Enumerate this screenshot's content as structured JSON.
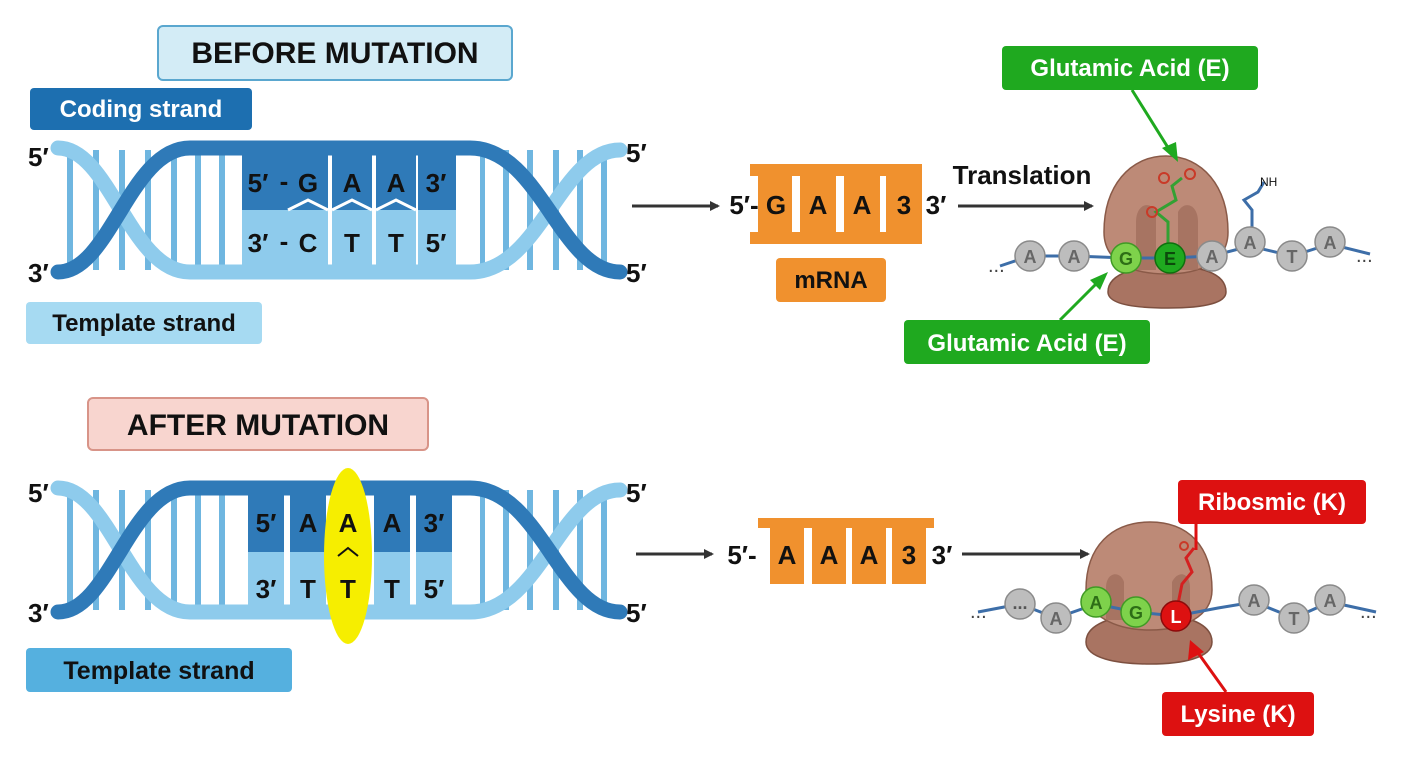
{
  "before": {
    "title": "BEFORE MUTATION",
    "coding_label": "Coding strand",
    "template_label": "Template strand",
    "ends": {
      "top_left": "5′",
      "bottom_left": "3′",
      "top_right": "5′",
      "bottom_right": "5′"
    },
    "top_row": [
      "5′",
      "-",
      "G",
      "A",
      "A",
      "3′"
    ],
    "bottom_row": [
      "3′",
      "-",
      "C",
      "T",
      "T",
      "5′"
    ],
    "mrna": {
      "left_end": "5′-",
      "bases": [
        "G",
        "A",
        "A",
        "3"
      ],
      "right_end": "3′",
      "label": "mRNA"
    },
    "translation_label": "Translation",
    "chain": [
      "A",
      "A",
      "G",
      "E",
      "A",
      "A",
      "T",
      "A"
    ],
    "side_chain_text": "NH",
    "callout_top": "Glutamic Acid (E)",
    "callout_bottom": "Glutamic Acid (E)"
  },
  "after": {
    "title": "AFTER MUTATION",
    "template_label": "Template strand",
    "ends": {
      "top_left": "5′",
      "bottom_left": "3′",
      "top_right": "5′",
      "bottom_right": "5′"
    },
    "top_row": [
      "5′",
      "A",
      "A",
      "A",
      "3′"
    ],
    "bottom_row": [
      "3′",
      "T",
      "T",
      "T",
      "5′"
    ],
    "mrna": {
      "left_end": "5′-",
      "bases": [
        "A",
        "A",
        "A",
        "3"
      ],
      "right_end": "3′"
    },
    "chain": [
      "...",
      "A",
      "A",
      "G",
      "L",
      "A",
      "T",
      "A"
    ],
    "callout_top": "Ribosmic (K)",
    "callout_bottom": "Lysine (K)"
  },
  "colors": {
    "dna_dark": "#2f7ab8",
    "dna_light": "#8ecbec",
    "mrna": "#f0912e",
    "ribosome": "#b98471",
    "chain_bead": "#bdbdbd",
    "green": "#1fa91f",
    "bead_green": "#7ed24b",
    "red": "#dd1111",
    "mutation_highlight": "#f6ee00",
    "before_title_bg": "#d3ecf6",
    "after_title_bg": "#f8d5cf"
  }
}
